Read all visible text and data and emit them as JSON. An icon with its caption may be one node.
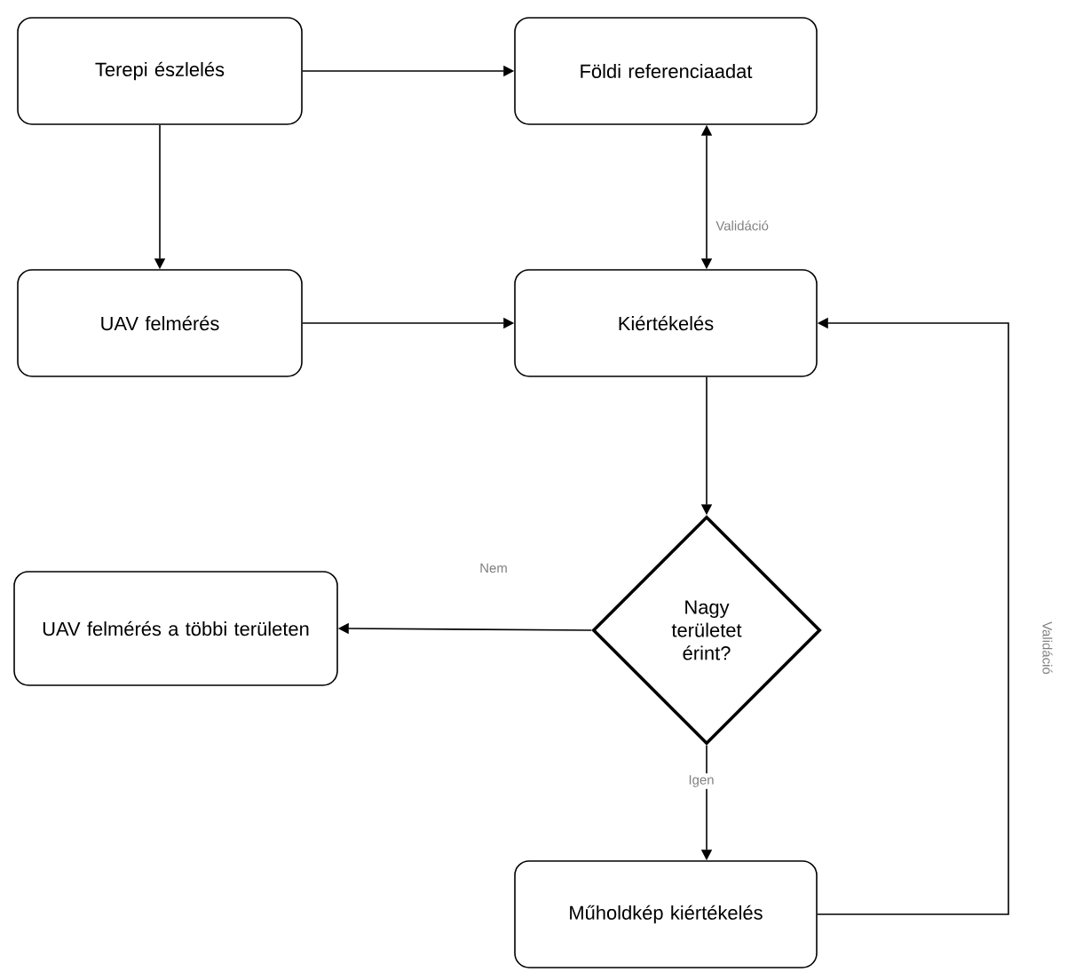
{
  "diagram": {
    "nodes": [
      {
        "text": [
          "Terepi észlelés"
        ]
      },
      {
        "text": [
          "Földi referenciaadat"
        ]
      },
      {
        "text": [
          "UAV felmérés"
        ]
      },
      {
        "text": [
          "Kiértékelés"
        ]
      },
      {
        "text": [
          "Nagy területet érint?"
        ]
      },
      {
        "text": [
          "UAV felmérés a többi területen"
        ]
      },
      {
        "text": [
          "Műholdkép kiértékelés"
        ]
      }
    ],
    "edges": [
      {
        "from": 0,
        "to": 1,
        "arrow": "to"
      },
      {
        "from": 0,
        "to": 2,
        "arrow": "to"
      },
      {
        "from": 1,
        "to": 3,
        "arrow": "both",
        "label": "Validáció"
      },
      {
        "from": 2,
        "to": 3,
        "arrow": "to"
      },
      {
        "from": 3,
        "to": 4,
        "arrow": "to"
      },
      {
        "from": 4,
        "to": 5,
        "arrow": "to",
        "label": "Nem"
      },
      {
        "from": 4,
        "to": 6,
        "arrow": "to",
        "label": "Igen"
      },
      {
        "from": 6,
        "to": 3,
        "arrow": "to",
        "label": "Validáció"
      }
    ]
  }
}
